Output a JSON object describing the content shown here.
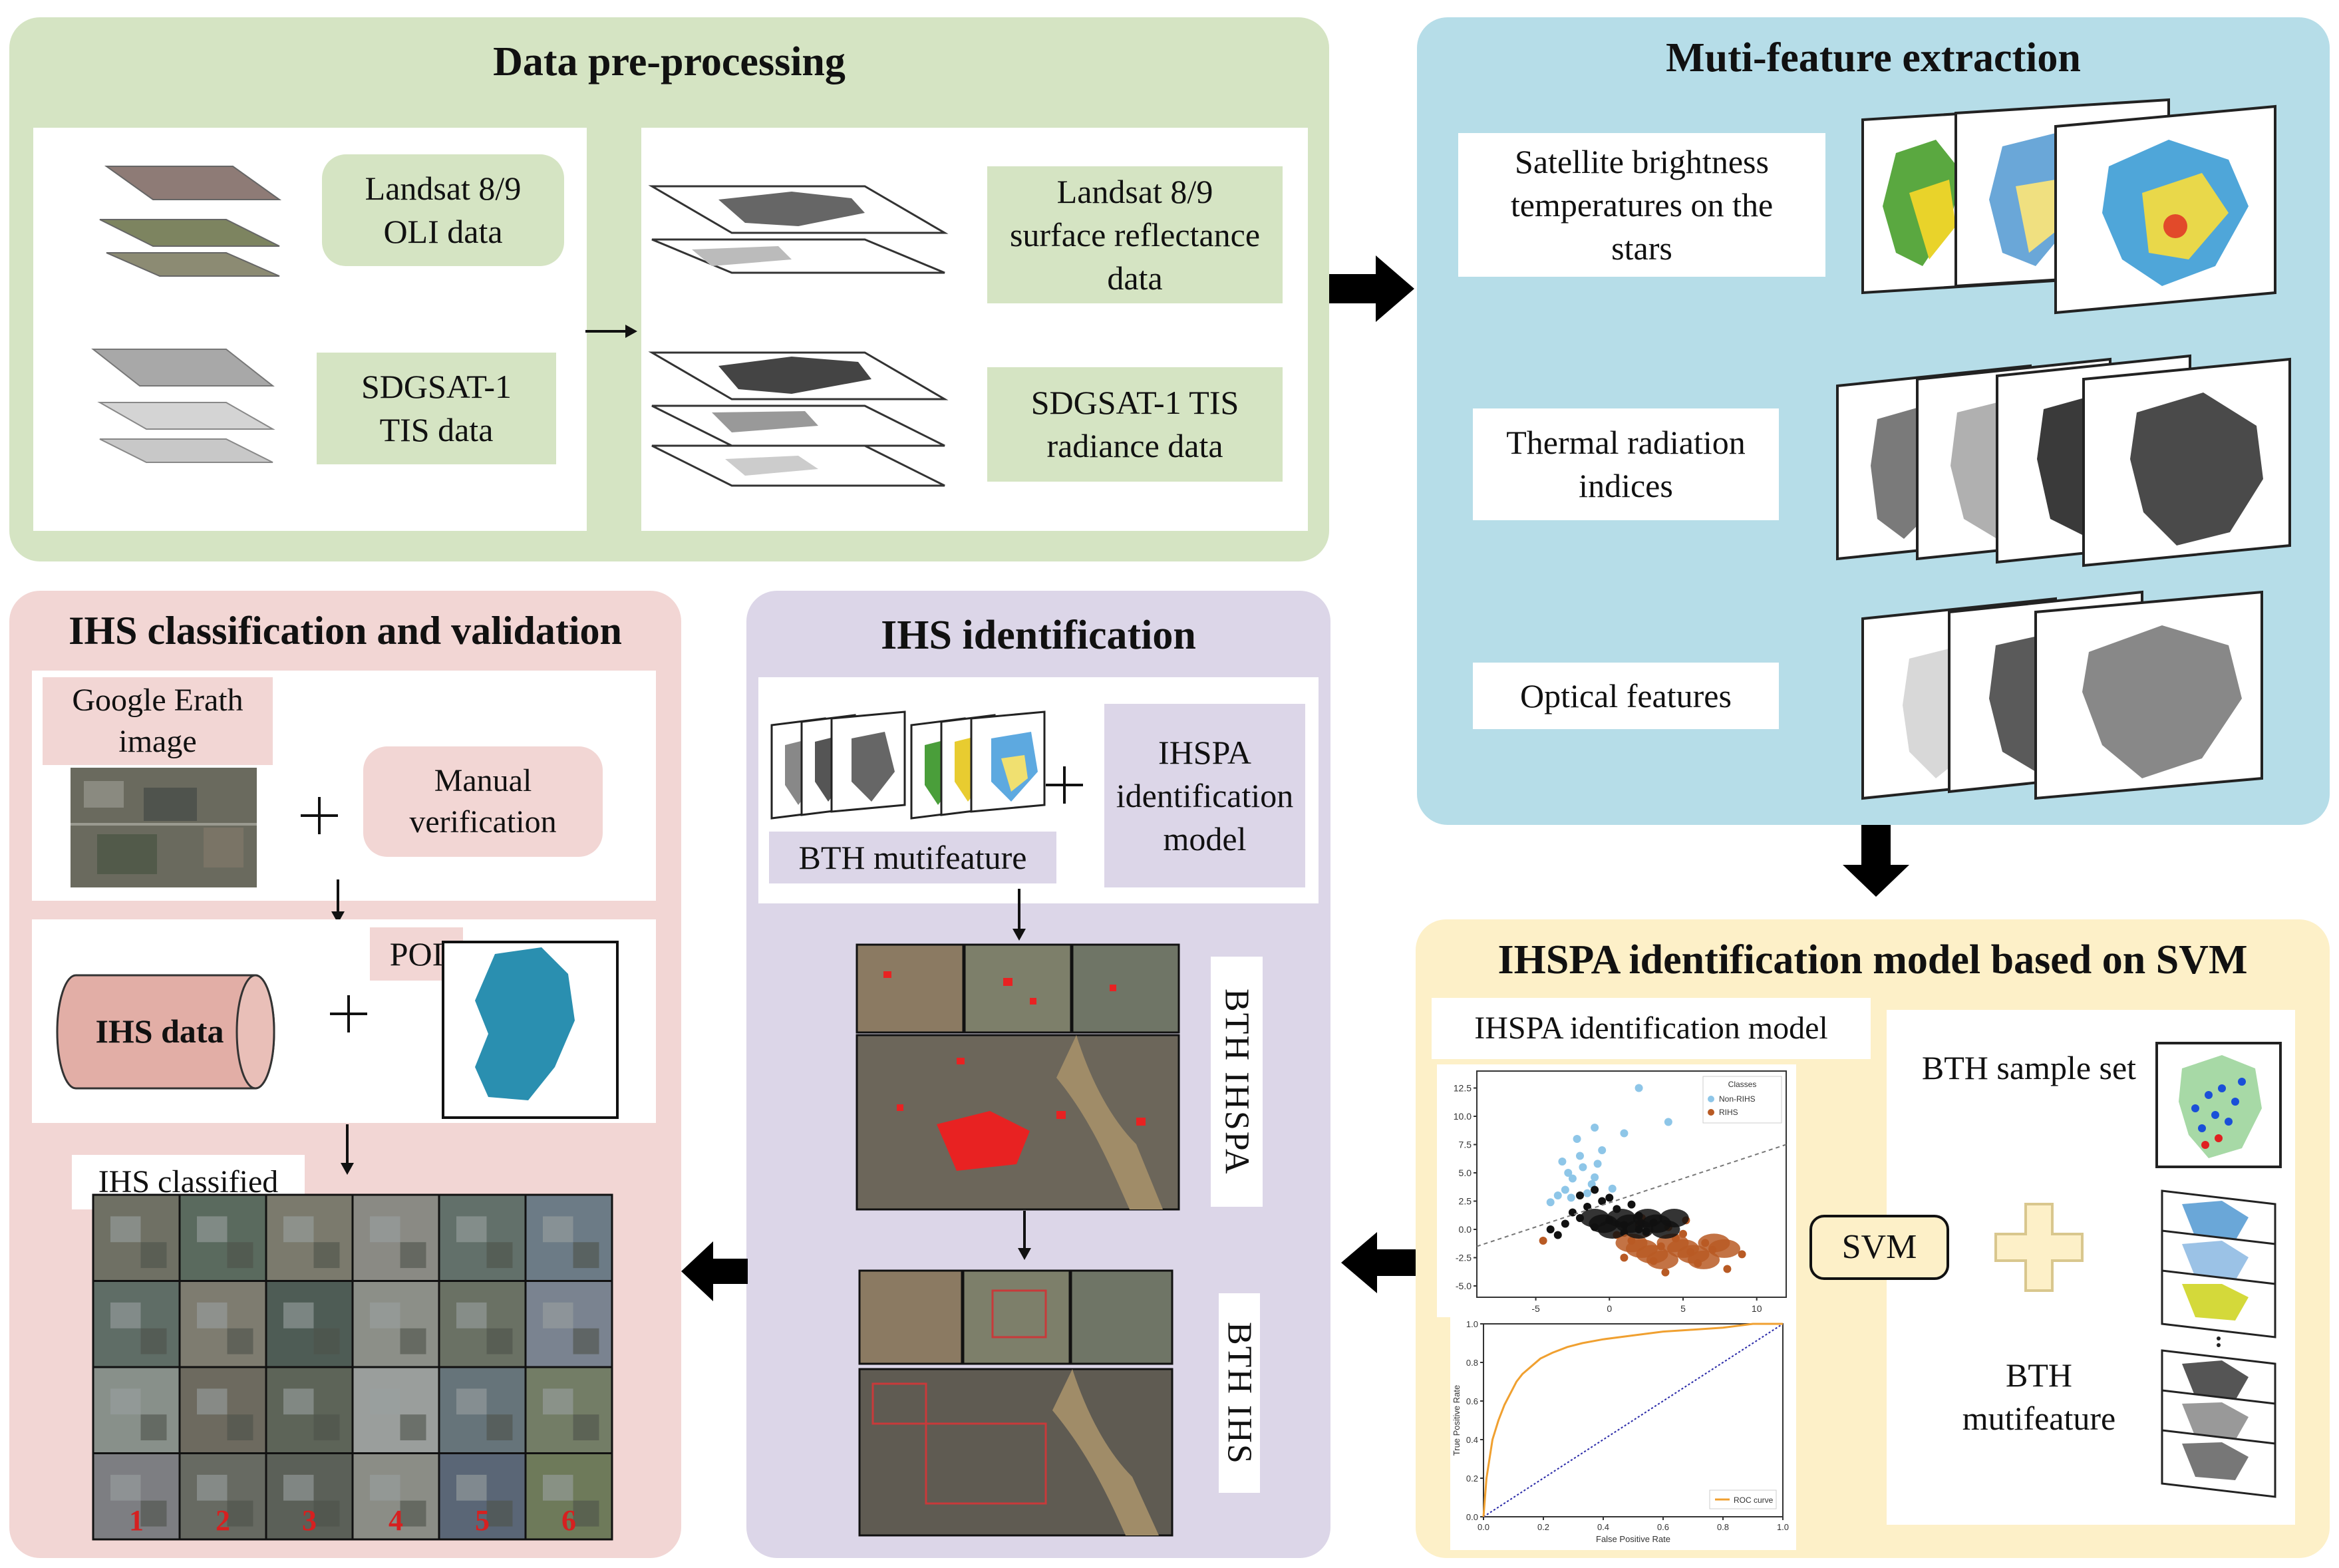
{
  "panels": {
    "preprocess": {
      "title": "Data pre-processing",
      "landsat_oli": "Landsat 8/9 OLI data",
      "sdgsat_tis": "SDGSAT-1 TIS data",
      "landsat_sr": "Landsat 8/9 surface reflectance data",
      "sdgsat_rad": "SDGSAT-1 TIS radiance data"
    },
    "features": {
      "title": "Muti-feature extraction",
      "brightness": "Satellite brightness temperatures on the stars",
      "thermal": "Thermal radiation indices",
      "optical": "Optical features"
    },
    "classification": {
      "title": "IHS classification and validation",
      "google": "Google Erath image",
      "manual": "Manual verification",
      "poi": "POI",
      "ihs_data": "IHS data",
      "ihs_classified": "IHS classified",
      "class_numbers": [
        "1",
        "2",
        "3",
        "4",
        "5",
        "6"
      ]
    },
    "identification": {
      "title": "IHS identification",
      "mutifeature": "BTH mutifeature",
      "model": "IHSPA identification model",
      "bth_ihspa": "BTH IHSPA",
      "bth_ihs": "BTH IHS"
    },
    "svm": {
      "title": "IHSPA identification model based on SVM",
      "model_label": "IHSPA identification model",
      "sample_set": "BTH sample set",
      "svm": "SVM",
      "mutifeature": "BTH mutifeature"
    }
  },
  "chart_data": [
    {
      "type": "scatter",
      "title": "",
      "legend_title": "Classes",
      "legend_entries": [
        "Non-RIHS",
        "RIHS"
      ],
      "xticks": [
        "-5",
        "0",
        "5",
        "10"
      ],
      "yticks": [
        "12.5",
        "10.0",
        "7.5",
        "5.0",
        "2.5",
        "0.0",
        "-2.5",
        "-5.0"
      ],
      "xlim": [
        -9,
        12
      ],
      "ylim": [
        -6,
        14
      ],
      "series": [
        {
          "name": "Non-RIHS",
          "color": "#8ec6e8",
          "x": [
            -2.5,
            -1.8,
            -3.0,
            -2.0,
            -1.2,
            -0.5,
            -3.5,
            -2.8,
            -1.5,
            -0.8,
            -4.0,
            -2.2,
            -1.0,
            0.2,
            -3.2,
            2.0,
            4.0,
            1.0,
            -1.0,
            -2.6
          ],
          "y": [
            4.5,
            5.5,
            3.5,
            6.5,
            4.0,
            7.0,
            3.0,
            5.0,
            3.2,
            5.8,
            2.4,
            8.0,
            4.6,
            3.6,
            6.0,
            12.5,
            9.5,
            8.5,
            9.0,
            2.8
          ]
        },
        {
          "name": "RIHS",
          "color": "#b85a24",
          "x": [
            0.5,
            1.5,
            2.5,
            3.5,
            4.5,
            5.5,
            6.5,
            1.0,
            2.0,
            3.0,
            4.0,
            5.0,
            6.0,
            7.0,
            8.0,
            9.0,
            2.2,
            3.8,
            5.2,
            -4.5
          ],
          "y": [
            -0.5,
            -1.0,
            -0.3,
            -1.5,
            -0.8,
            -2.0,
            -1.2,
            -2.5,
            0.4,
            -2.8,
            0.2,
            -0.4,
            -3.0,
            -1.8,
            -3.5,
            -2.2,
            1.0,
            -3.8,
            0.8,
            -1.0
          ]
        },
        {
          "name": "",
          "color": "#111111",
          "x": [
            -4.0,
            -3.0,
            -2.0,
            -1.0,
            0.0,
            1.0,
            2.0,
            3.0,
            -3.5,
            -2.5,
            -1.5,
            -0.5,
            0.5,
            1.5,
            2.5,
            -2.0,
            -1.0,
            0.0,
            1.0,
            2.0
          ],
          "y": [
            0.0,
            0.5,
            1.0,
            0.2,
            0.8,
            0.4,
            1.2,
            0.6,
            -0.5,
            1.5,
            2.0,
            2.5,
            1.8,
            2.2,
            -0.2,
            3.0,
            3.5,
            2.8,
            -0.3,
            0.0
          ]
        }
      ],
      "line": {
        "x": [
          -9,
          12
        ],
        "y": [
          -1.5,
          7.5
        ]
      }
    },
    {
      "type": "line",
      "title": "",
      "xlabel": "False Positive Rate",
      "ylabel": "True Positive Rate",
      "xticks": [
        "0.0",
        "0.2",
        "0.4",
        "0.6",
        "0.8",
        "1.0"
      ],
      "yticks": [
        "1.0",
        "0.8",
        "0.6",
        "0.4",
        "0.2",
        "0.0"
      ],
      "xlim": [
        0,
        1
      ],
      "ylim": [
        0,
        1
      ],
      "legend_entries": [
        "ROC curve"
      ],
      "series": [
        {
          "name": "ROC curve",
          "color": "#f0a030",
          "x": [
            0,
            0.01,
            0.02,
            0.03,
            0.05,
            0.07,
            0.09,
            0.11,
            0.13,
            0.16,
            0.19,
            0.23,
            0.28,
            0.33,
            0.4,
            0.5,
            0.6,
            0.7,
            0.8,
            0.9,
            1.0
          ],
          "y": [
            0,
            0.2,
            0.3,
            0.4,
            0.5,
            0.58,
            0.64,
            0.7,
            0.74,
            0.78,
            0.82,
            0.85,
            0.88,
            0.9,
            0.92,
            0.94,
            0.96,
            0.97,
            0.98,
            1.0,
            1.0
          ]
        }
      ]
    }
  ]
}
